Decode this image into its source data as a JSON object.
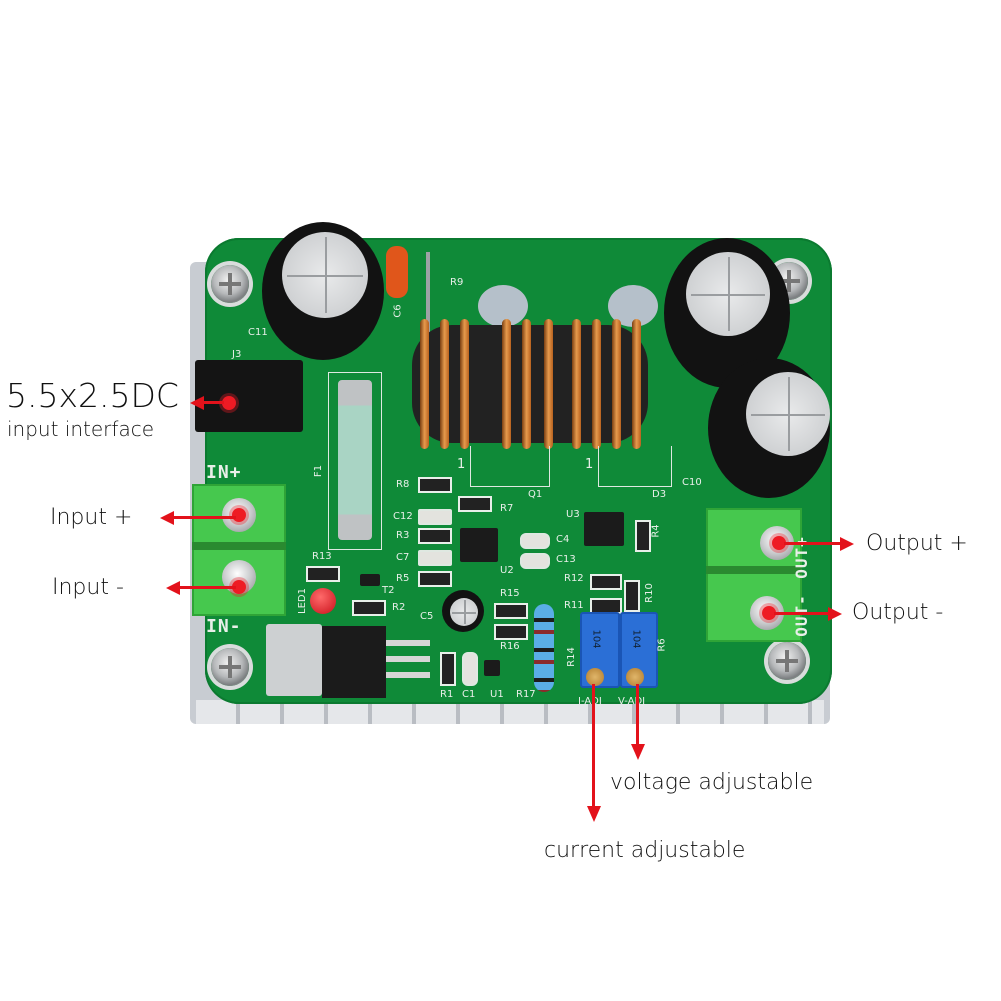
{
  "product": {
    "description": "DC-DC boost converter module (PCB top view)",
    "board_color": "#0f8a38",
    "callout_color": "#e3121b"
  },
  "callouts": {
    "dc_jack": {
      "line1": "5.5x2.5DC",
      "line2": "input interface"
    },
    "input_plus": "Input +",
    "input_minus": "Input -",
    "output_plus": "Output +",
    "output_minus": "Output -",
    "voltage_adj": "voltage  adjustable",
    "current_adj": "current adjustable"
  },
  "silkscreen": {
    "in_plus": "IN+",
    "in_minus": "IN-",
    "out_plus": "OUT+",
    "out_minus": "OUT-",
    "i_adj": "I-ADJ",
    "v_adj": "V-ADJ",
    "j3": "J3",
    "c11": "C11",
    "c6": "C6",
    "r9": "R9",
    "f1": "F1",
    "r8": "R8",
    "r7": "R7",
    "q1": "Q1",
    "d3": "D3",
    "c10": "C10",
    "c12": "C12",
    "r3": "R3",
    "c7": "C7",
    "r5": "R5",
    "u2": "U2",
    "u3": "U3",
    "c4": "C4",
    "c13": "C13",
    "r4": "R4",
    "r12": "R12",
    "r11": "R11",
    "r10": "R10",
    "r13": "R13",
    "t2": "T2",
    "r2": "R2",
    "led1": "LED1",
    "c5": "C5",
    "r15": "R15",
    "r16": "R16",
    "r14": "R14",
    "r6": "R6",
    "r1": "R1",
    "c1": "C1",
    "u1": "U1",
    "r17": "R17",
    "pin1_q1": "1",
    "pin1_d3": "1",
    "trimmer_code": "104"
  }
}
